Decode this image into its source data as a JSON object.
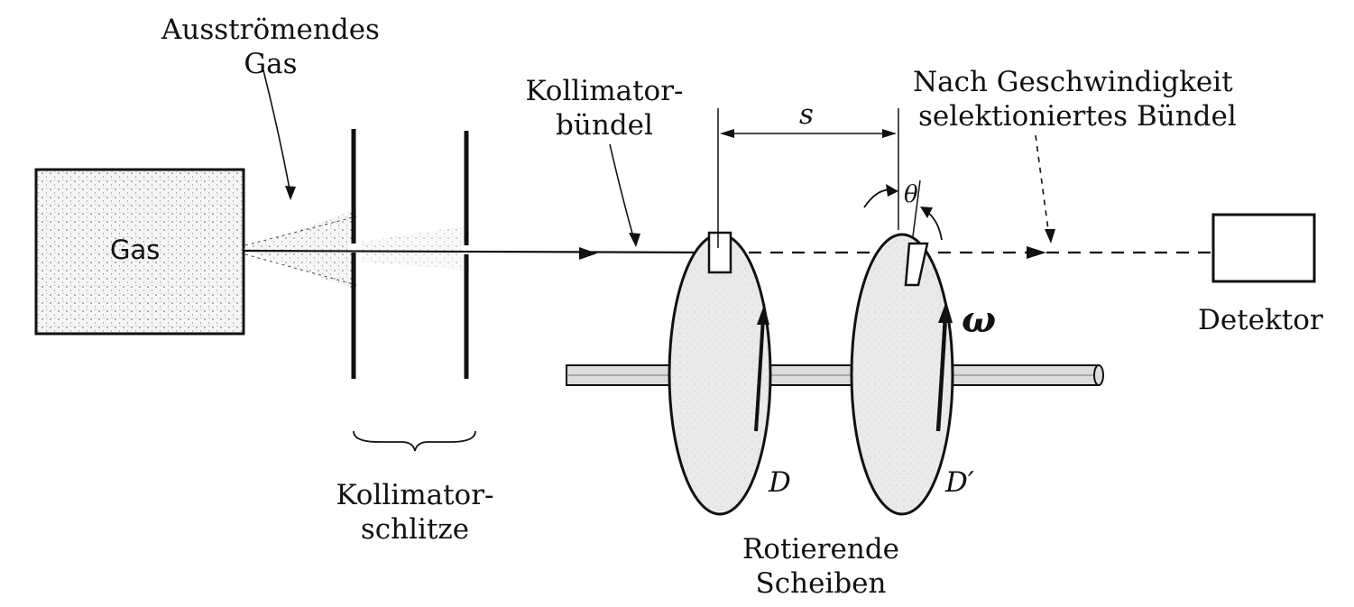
{
  "labels": {
    "outflowing_gas_line1": "Ausströmendes",
    "outflowing_gas_line2": "Gas",
    "gas_box": "Gas",
    "collimator_bundle_line1": "Kollimator-",
    "collimator_bundle_line2": "bündel",
    "distance_symbol": "s",
    "selected_bundle_line1": "Nach Geschwindigkeit",
    "selected_bundle_line2": "selektioniertes Bündel",
    "angle_symbol": "θ",
    "omega_symbol": "ω",
    "detector": "Detektor",
    "disc_d": "D",
    "disc_d_prime": "D′",
    "collimator_slits_line1": "Kollimator-",
    "collimator_slits_line2": "schlitze",
    "rotating_discs_line1": "Rotierende",
    "rotating_discs_line2": "Scheiben"
  },
  "colors": {
    "ink": "#111111",
    "disc_fill": "#e9e9e9",
    "gas_fill": "#f4f4f4",
    "axle_fill": "#d6d6d6"
  }
}
